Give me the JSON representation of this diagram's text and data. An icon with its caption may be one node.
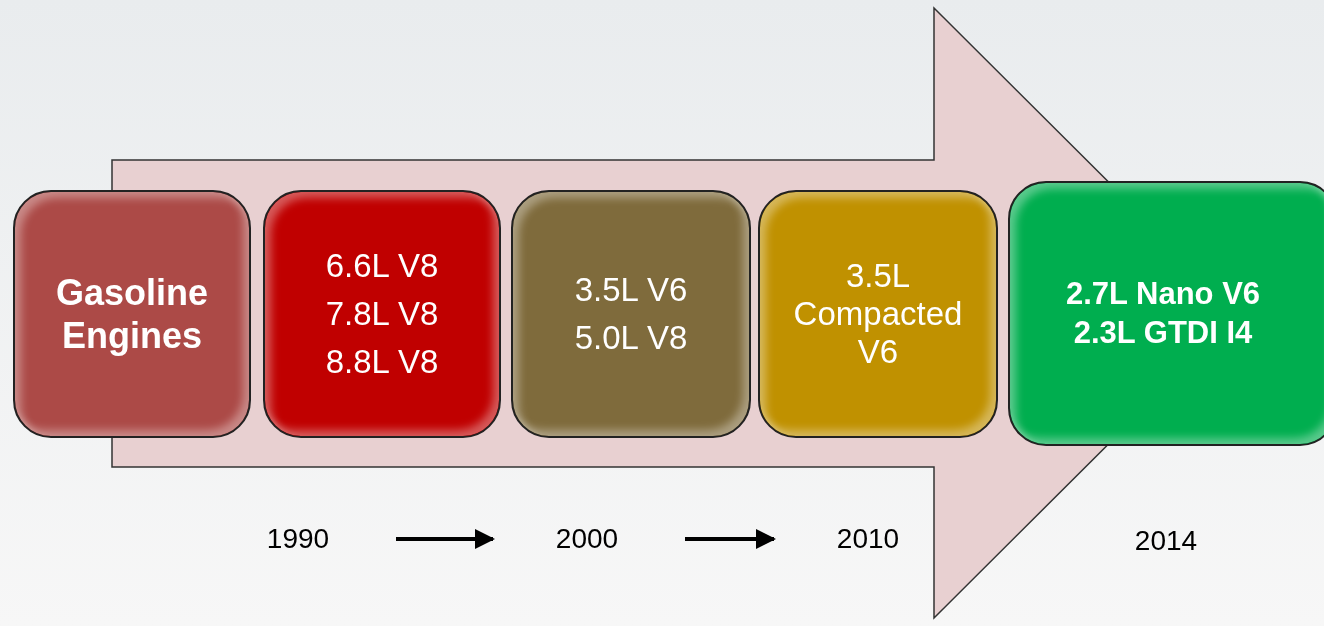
{
  "diagram": {
    "nodes": [
      {
        "text": [
          "Gasoline Engines"
        ]
      },
      {
        "text": [
          "6.6L V8",
          "7.8L V8",
          "8.8L V8"
        ]
      },
      {
        "text": [
          "3.5L V6",
          "5.0L V8"
        ]
      },
      {
        "text": [
          "3.5L Compacted V6"
        ]
      },
      {
        "text": [
          "2.7L Nano V6",
          "2.3L GTDI I4"
        ]
      },
      {
        "text": [
          "1990"
        ]
      },
      {
        "text": [
          "2000"
        ]
      },
      {
        "text": [
          "2010"
        ]
      },
      {
        "text": [
          "2014"
        ]
      }
    ],
    "edges": [
      {
        "from": 5,
        "to": 6,
        "arrow": "to"
      },
      {
        "from": 6,
        "to": 7,
        "arrow": "to"
      },
      {
        "from": 0,
        "to": 4,
        "arrow": "to",
        "style": "thick",
        "color": "#e8d0d1"
      }
    ]
  }
}
